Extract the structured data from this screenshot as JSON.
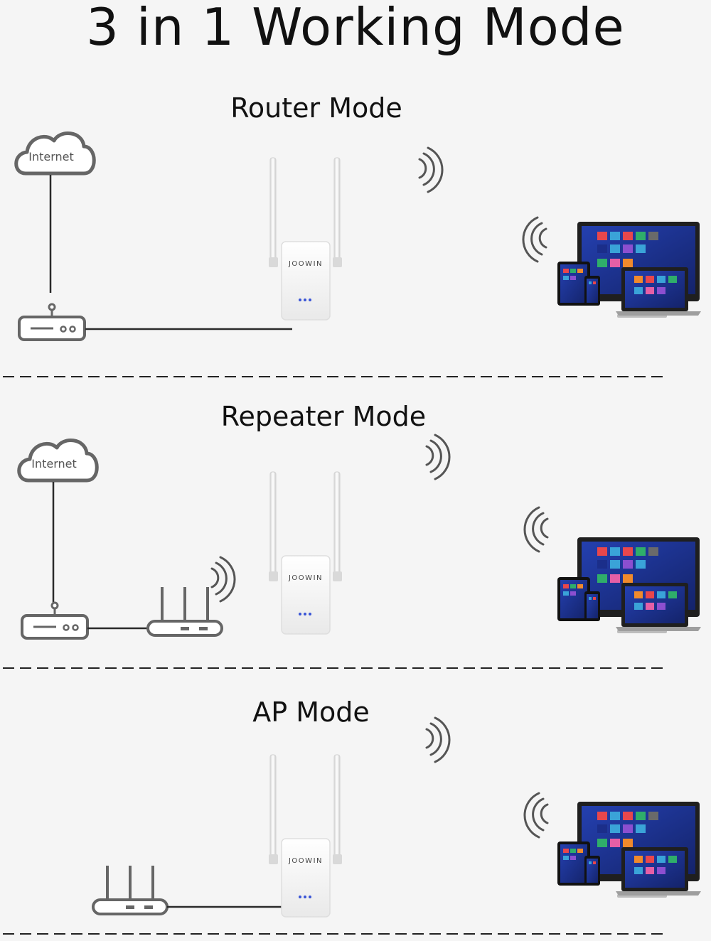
{
  "title": "3 in 1 Working Mode",
  "brand": "JOOWIN",
  "cloud_label": "Internet",
  "modes": [
    {
      "name": "Router Mode"
    },
    {
      "name": "Repeater Mode"
    },
    {
      "name": "AP Mode"
    }
  ],
  "colors": {
    "background": "#f5f5f5",
    "line": "#2a2a2a",
    "icon_stroke": "#666666",
    "device_screen": "#1b2e8a",
    "tile_colors": [
      "#e8474c",
      "#3aa3d8",
      "#8c4fd0",
      "#2fae6a",
      "#f08a2c",
      "#e55fa6"
    ]
  }
}
